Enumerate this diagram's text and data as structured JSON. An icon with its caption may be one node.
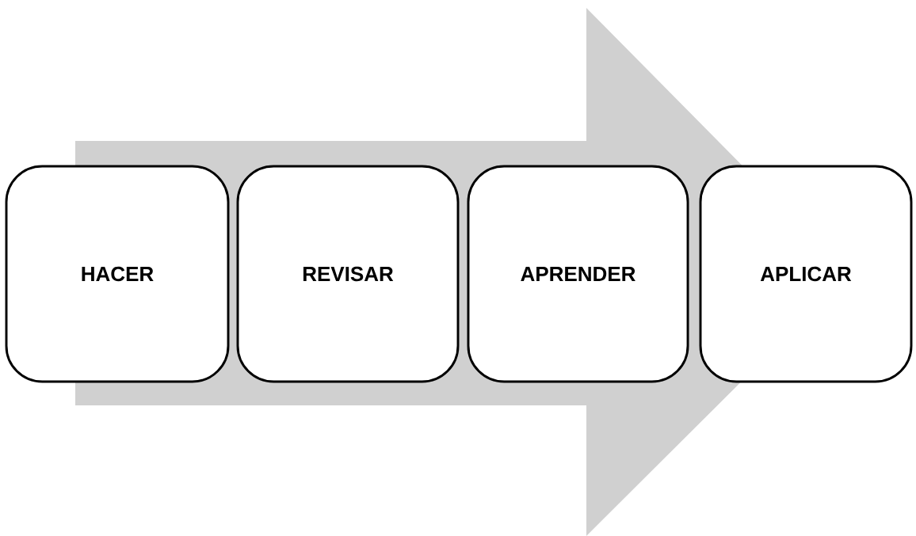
{
  "diagram": {
    "nodes": [
      {
        "text": [
          "HACER"
        ]
      },
      {
        "text": [
          "REVISAR"
        ]
      },
      {
        "text": [
          "APRENDER"
        ]
      },
      {
        "text": [
          "APLICAR"
        ]
      }
    ],
    "edges": [
      {
        "from": 0,
        "to": 3,
        "arrow": "to"
      }
    ]
  }
}
